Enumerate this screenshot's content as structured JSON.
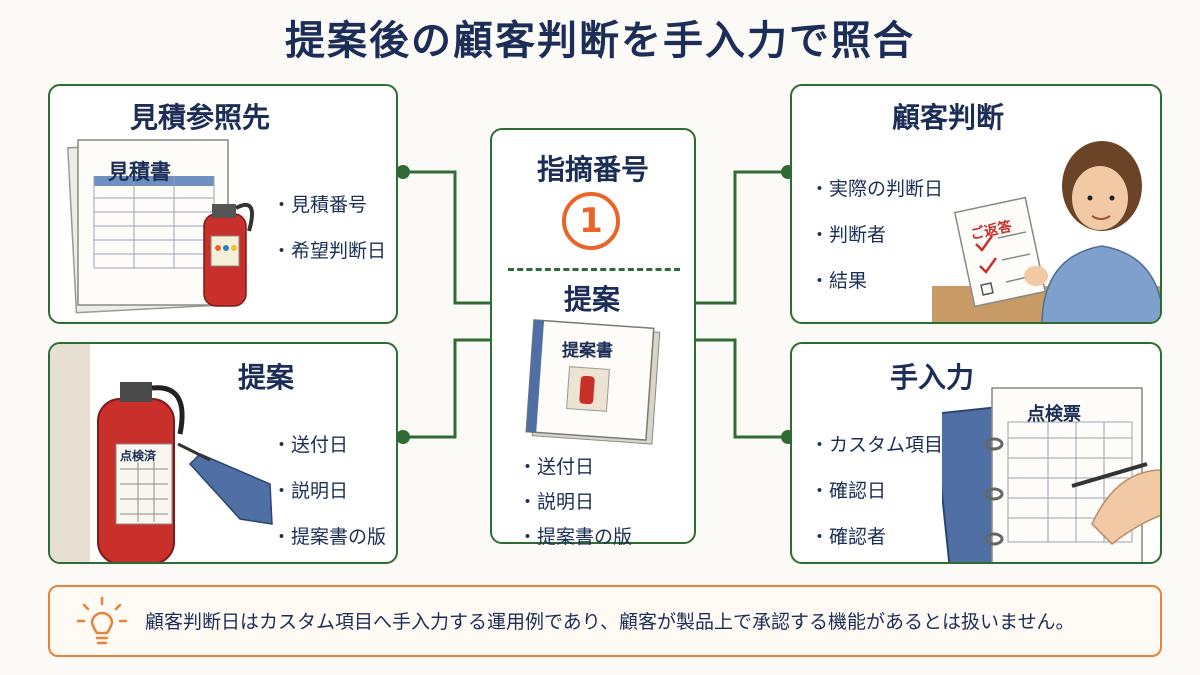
{
  "title": "提案後の顧客判断を手入力で照合",
  "left_top": {
    "title": "見積参照先",
    "doc_label": "見積書",
    "items": [
      "見積番号",
      "希望判断日"
    ]
  },
  "left_bottom": {
    "title": "提案",
    "tag_label": "点検済",
    "items": [
      "送付日",
      "説明日",
      "提案書の版"
    ]
  },
  "center": {
    "title": "指摘番号",
    "number": "1",
    "sub_title": "提案",
    "book_label": "提案書",
    "items": [
      "送付日",
      "説明日",
      "提案書の版"
    ]
  },
  "right_top": {
    "title": "顧客判断",
    "paper_label": "ご返答",
    "items": [
      "実際の判断日",
      "判断者",
      "結果"
    ]
  },
  "right_bottom": {
    "title": "手入力",
    "sheet_label": "点検票",
    "items": [
      "カスタム項目",
      "確認日",
      "確認者"
    ]
  },
  "note": {
    "text": "顧客判断日はカスタム項目へ手入力する運用例であり、顧客が製品上で承認する機能があるとは扱いません。",
    "icon": "lightbulb-icon"
  },
  "colors": {
    "title": "#1c2e57",
    "panel_border": "#2f6b34",
    "accent_orange": "#e8652a",
    "note_border": "#e8823a",
    "extinguisher_red": "#c9302c"
  }
}
